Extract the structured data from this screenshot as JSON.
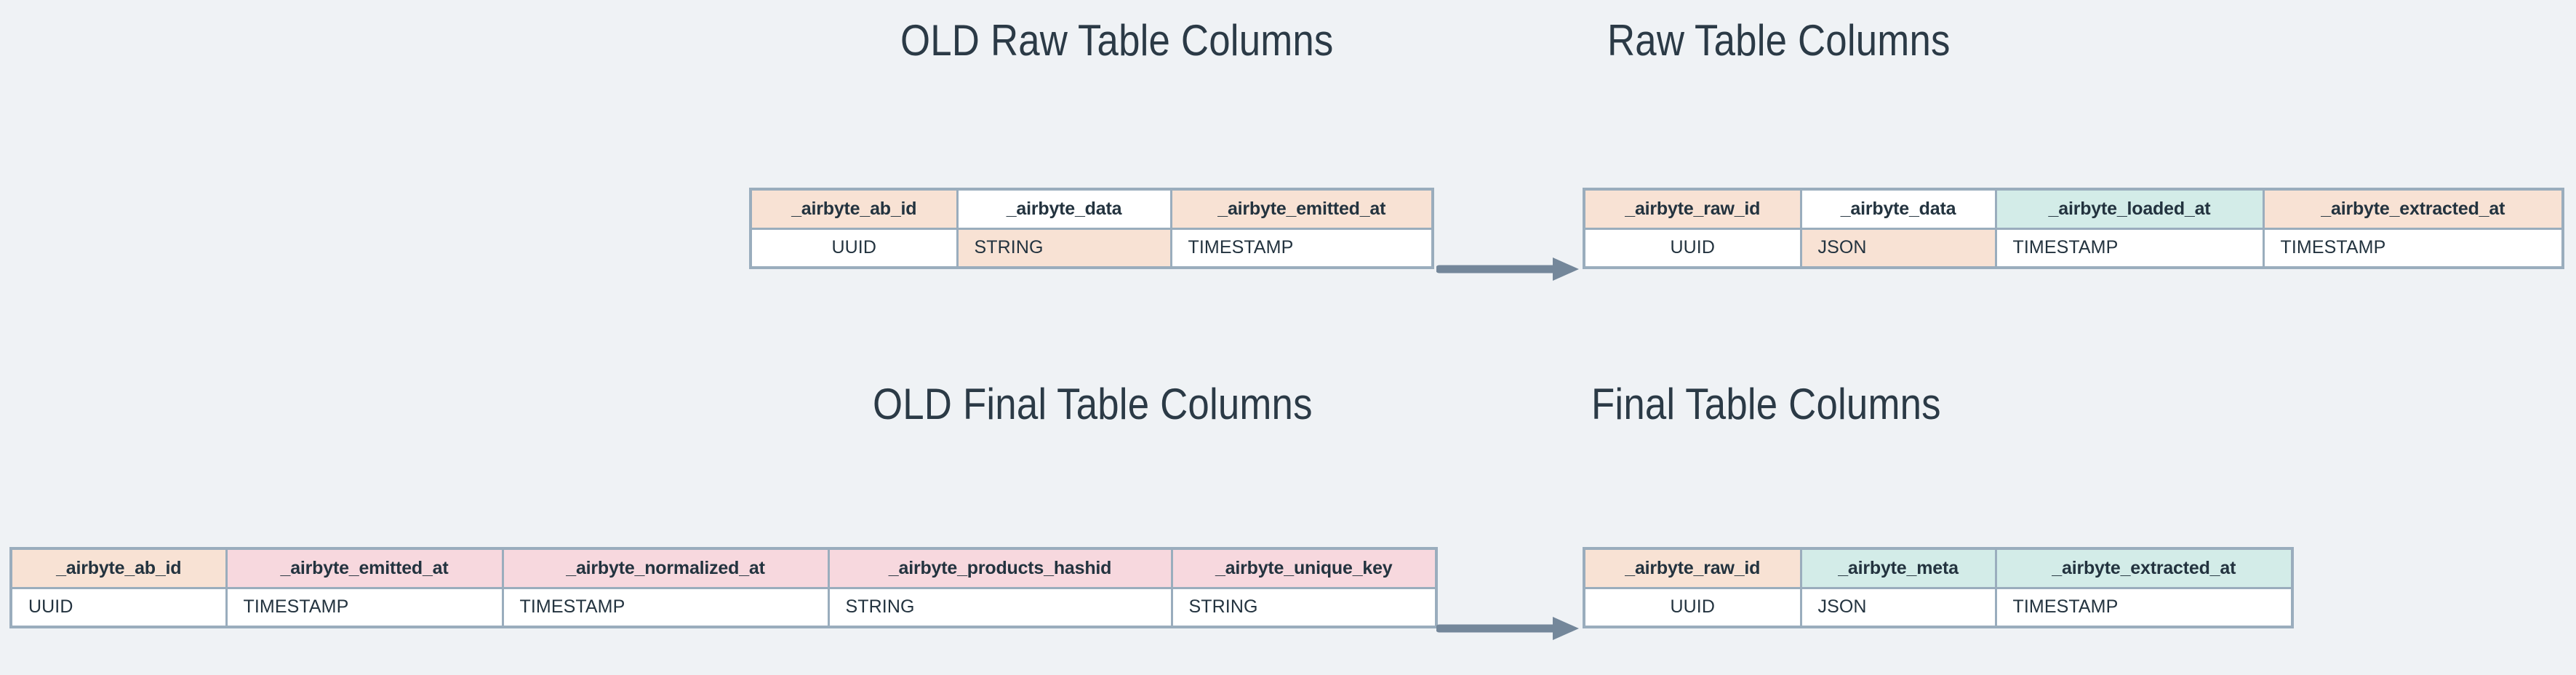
{
  "background_color": "#eff2f5",
  "accent_colors": {
    "peach": "#f8e2d4",
    "pink": "#f7d8de",
    "mint": "#d3ece8",
    "border": "#9aadbd",
    "text": "#23333f",
    "arrow": "#74879a"
  },
  "titles": {
    "old_raw": "OLD Raw Table Columns",
    "new_raw": "Raw Table Columns",
    "old_final": "OLD Final Table Columns",
    "new_final": "Final Table Columns"
  },
  "tables": {
    "old_raw": {
      "columns": [
        "_airbyte_ab_id",
        "_airbyte_data",
        "_airbyte_emitted_at"
      ],
      "types": [
        "UUID",
        "STRING",
        "TIMESTAMP"
      ],
      "header_fills": [
        "peach",
        "white",
        "peach"
      ],
      "type_fills": [
        "white",
        "peach",
        "white"
      ]
    },
    "new_raw": {
      "columns": [
        "_airbyte_raw_id",
        "_airbyte_data",
        "_airbyte_loaded_at",
        "_airbyte_extracted_at"
      ],
      "types": [
        "UUID",
        "JSON",
        "TIMESTAMP",
        "TIMESTAMP"
      ],
      "header_fills": [
        "peach",
        "white",
        "mint",
        "peach"
      ],
      "type_fills": [
        "white",
        "peach",
        "white",
        "white"
      ]
    },
    "old_final": {
      "columns": [
        "_airbyte_ab_id",
        "_airbyte_emitted_at",
        "_airbyte_normalized_at",
        "_airbyte_products_hashid",
        "_airbyte_unique_key"
      ],
      "types": [
        "UUID",
        "TIMESTAMP",
        "TIMESTAMP",
        "STRING",
        "STRING"
      ],
      "header_fills": [
        "peach",
        "pink",
        "pink",
        "pink",
        "pink"
      ],
      "type_fills": [
        "white",
        "white",
        "white",
        "white",
        "white"
      ]
    },
    "new_final": {
      "columns": [
        "_airbyte_raw_id",
        "_airbyte_meta",
        "_airbyte_extracted_at"
      ],
      "types": [
        "UUID",
        "JSON",
        "TIMESTAMP"
      ],
      "header_fills": [
        "peach",
        "mint",
        "mint"
      ],
      "type_fills": [
        "white",
        "white",
        "white"
      ]
    }
  },
  "arrows": {
    "raw": "arrow-right",
    "final": "arrow-right"
  }
}
